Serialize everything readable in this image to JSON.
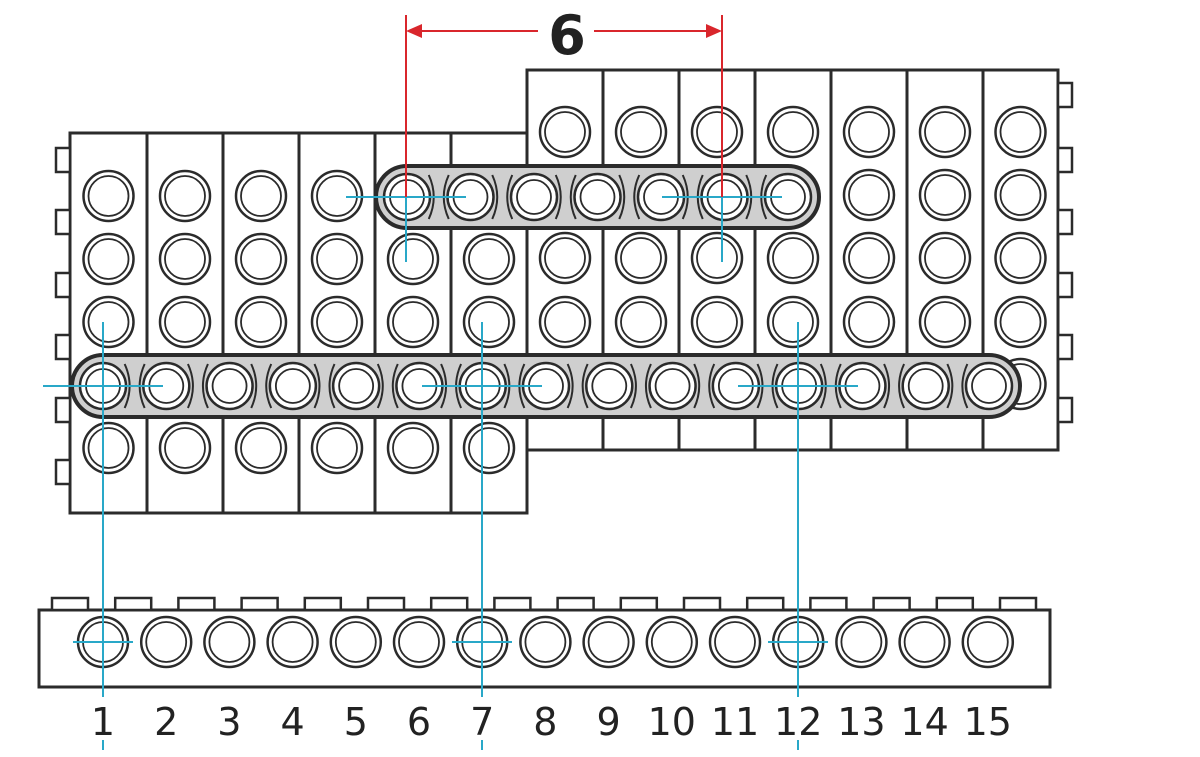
{
  "dimension": {
    "label": "6"
  },
  "hole_numbers": [
    "1",
    "2",
    "3",
    "4",
    "5",
    "6",
    "7",
    "8",
    "9",
    "10",
    "11",
    "12",
    "13",
    "14",
    "15"
  ],
  "colors": {
    "guide": "#29a8c8",
    "dimension": "#d9262c",
    "outline": "#2b2b2b",
    "liftarm_fill": "#cfcfcf"
  }
}
